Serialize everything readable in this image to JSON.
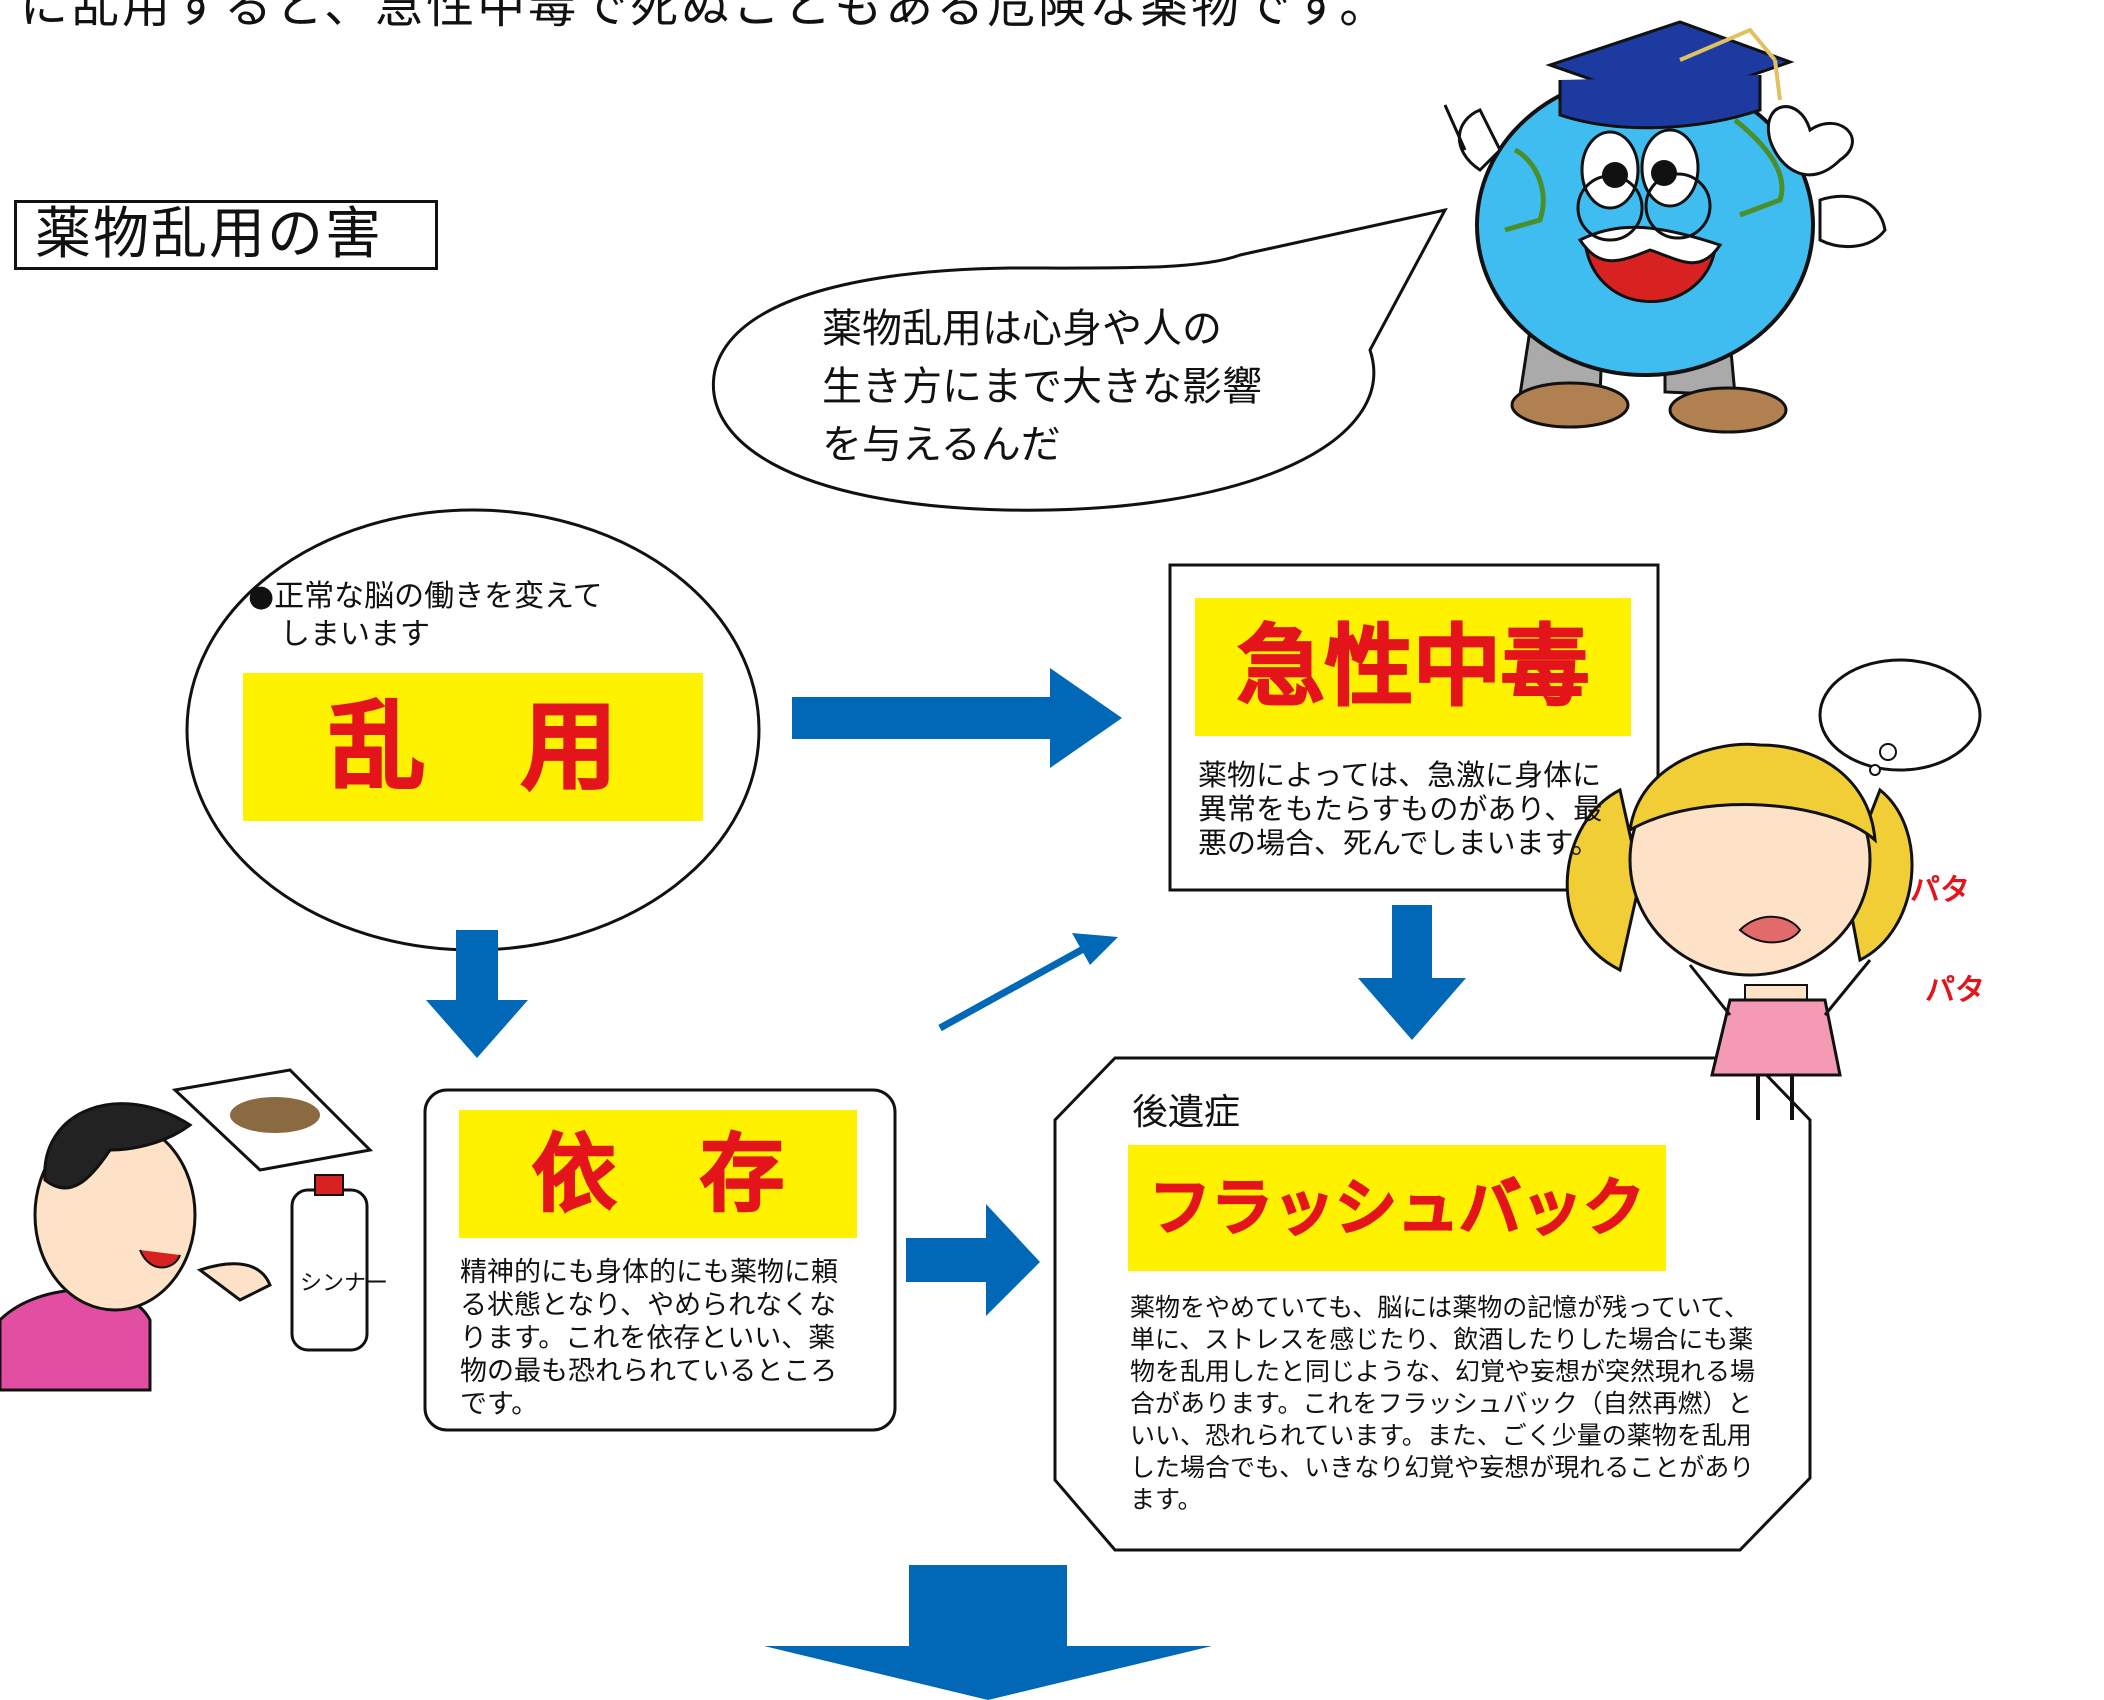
{
  "header": {
    "top_text": "に乱用すると、急性中毒で死ぬこともある危険な薬物です。",
    "section_title": "薬物乱用の害"
  },
  "speech": {
    "lines": [
      "薬物乱用は心身や人の",
      "生き方にまで大きな影響",
      "を与えるんだ"
    ]
  },
  "abuse": {
    "note_lines": [
      "●正常な脳の働きを変えて",
      "しまいます"
    ],
    "label": "乱　用"
  },
  "acute": {
    "label": "急性中毒",
    "desc_lines": [
      "薬物によっては、急激に身体に",
      "異常をもたらすものがあり、最",
      "悪の場合、死んでしまいます。"
    ]
  },
  "dependence": {
    "label": "依　存",
    "desc_lines": [
      "精神的にも身体的にも薬物に頼",
      "る状態となり、やめられなくな",
      "ります。これを依存といい、薬",
      "物の最も恐れられているところ",
      "です。"
    ]
  },
  "flashback": {
    "category": "後遺症",
    "label": "フラッシュバック",
    "desc_lines": [
      "薬物をやめていても、脳には薬物の記憶が残っていて、",
      "単に、ストレスを感じたり、飲酒したりした場合にも薬",
      "物を乱用したと同じような、幻覚や妄想が突然現れる場",
      "合があります。これをフラッシュバック（自然再燃）と",
      "いい、恐れられています。また、ごく少量の薬物を乱用",
      "した場合でも、いきなり幻覚や妄想が現れることがあり",
      "ます。"
    ]
  },
  "illustrations": {
    "bottle_label": "シンナー",
    "sfx_1": "パタ",
    "sfx_2": "パタ"
  },
  "colors": {
    "arrow": "#0068b7",
    "highlight": "#fff200",
    "red_text": "#e4141b",
    "globe": "#3fbdf0"
  }
}
